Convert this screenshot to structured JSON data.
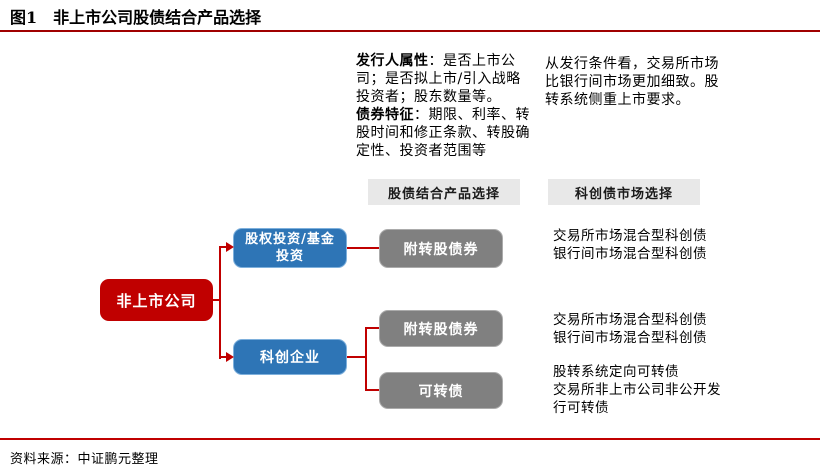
{
  "figure": {
    "title_label": "图1",
    "title_text": "非上市公司股债结合产品选择"
  },
  "notes": {
    "issuer_label": "发行人属性",
    "issuer_text": "：是否上市公司；是否拟上市/引入战略投资者；股东数量等。",
    "bond_label": "债券特征",
    "bond_text": "：期限、利率、转股时间和修正条款、转股确定性、投资者范围等",
    "market_note": "从发行条件看，交易所市场比银行间市场更加细致。股转系统侧重上市要求。"
  },
  "column_headers": {
    "product_selection": "股债结合产品选择",
    "market_selection": "科创债市场选择"
  },
  "flowchart": {
    "root": "非上市公司",
    "branch_equity": "股权投资/基金\n投资",
    "branch_tech": "科创企业",
    "product_equity": "附转股债券",
    "product_tech_1": "附转股债券",
    "product_tech_2": "可转债",
    "annotation_equity": "交易所市场混合型科创债\n银行间市场混合型科创债",
    "annotation_tech_1": "交易所市场混合型科创债\n银行间市场混合型科创债",
    "annotation_tech_2": "股转系统定向可转债\n交易所非上市公司非公开发行可转债"
  },
  "source_line": "资料来源：中证鹏元整理",
  "colors": {
    "accent_red": "#C00000",
    "rule_red_top": "#A00000",
    "node_blue": "#2E75B6",
    "node_gray": "#808080",
    "header_gray_bg": "#E8E8E8"
  }
}
